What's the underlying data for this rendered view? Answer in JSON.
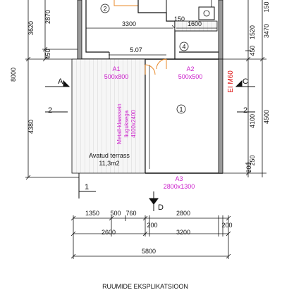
{
  "left_dims": {
    "total": "8000",
    "upper": "3620",
    "lower": "4380",
    "sub_2870": "2870",
    "sub_450": "450"
  },
  "right_dims": {
    "d_150": "150",
    "d_3470": "3470",
    "d_1520": "1520",
    "d_450": "450",
    "d_4100": "4100",
    "d_4500": "4500",
    "d_250": "250",
    "d_300": "300"
  },
  "room_numbers": [
    "2",
    "4",
    "1"
  ],
  "interior_dims": {
    "d_3300": "3300",
    "d_150": "150",
    "d_1600": "1600",
    "d_507": "5.07"
  },
  "openings": {
    "a1_name": "A1",
    "a1_size": "500x800",
    "a2_name": "A2",
    "a2_size": "500x500",
    "a3_name": "A3",
    "a3_size": "2800x1300"
  },
  "labels": {
    "fire_wall": "EI M60",
    "steel_pillar_line1": "Metall-klaassein",
    "steel_pillar_line2": "liuguksega",
    "steel_pillar_line3": "4100x2400",
    "terrace_name": "Avatud terrass",
    "terrace_area": "11,3m2"
  },
  "sections": {
    "a": "A",
    "c": "C",
    "d": "D",
    "two_left": "2",
    "two_right": "2",
    "one": "1"
  },
  "bottom_dims": {
    "row1": [
      "1350",
      "500",
      "760",
      "2800"
    ],
    "row2": [
      "200",
      "200"
    ],
    "row3": [
      "2600",
      "3200"
    ],
    "total": "5800"
  },
  "footer_title": "RUUMIDE EKSPLIKATSIOON",
  "colors": {
    "line": "#111111",
    "opening_label": "#cc22cc",
    "fire_wall": "#dd1111",
    "door": "#e8892a",
    "wall_fill": "#9a9a9a"
  }
}
